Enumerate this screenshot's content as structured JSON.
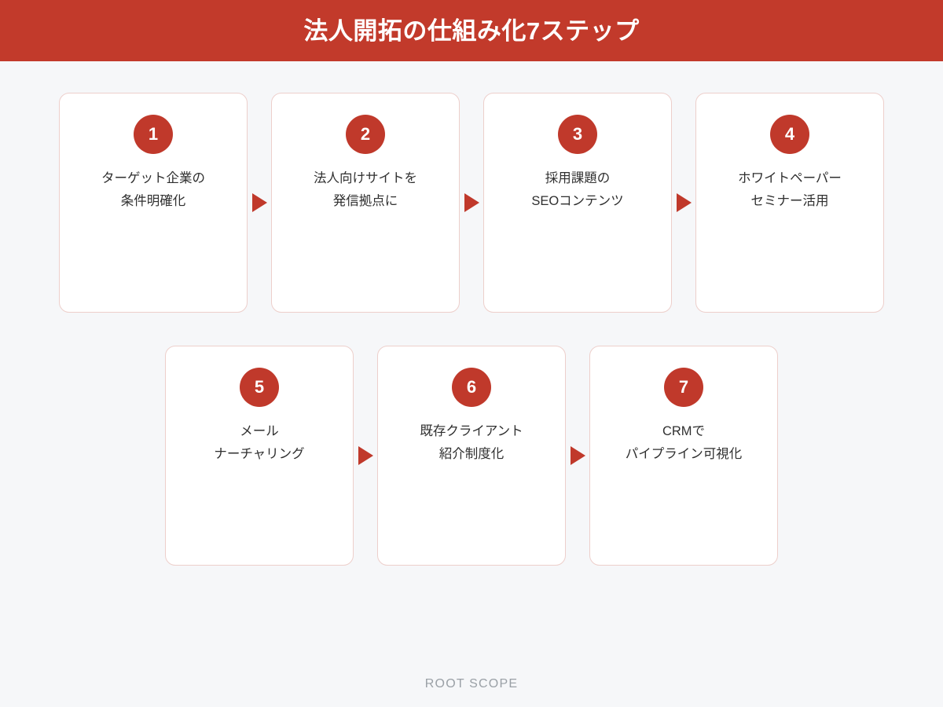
{
  "header": {
    "title": "法人開拓の仕組み化7ステップ",
    "background_color": "#c23a2b",
    "text_color": "#ffffff"
  },
  "theme": {
    "page_background": "#f6f7f9",
    "accent_color": "#c0392b",
    "card_background": "#ffffff",
    "card_border_color": "#edcfcb",
    "body_text_color": "#2f2f2f",
    "footer_text_color": "#9aa0a6"
  },
  "flow": {
    "row1": [
      {
        "number": "1",
        "label": "ターゲット企業の\n条件明確化"
      },
      {
        "number": "2",
        "label": "法人向けサイトを\n発信拠点に"
      },
      {
        "number": "3",
        "label": "採用課題の\nSEOコンテンツ"
      },
      {
        "number": "4",
        "label": "ホワイトペーパー\nセミナー活用"
      }
    ],
    "row2": [
      {
        "number": "5",
        "label": "メール\nナーチャリング"
      },
      {
        "number": "6",
        "label": "既存クライアント\n紹介制度化"
      },
      {
        "number": "7",
        "label": "CRMで\nパイプライン可視化"
      }
    ]
  },
  "footer": {
    "brand": "ROOT SCOPE"
  }
}
